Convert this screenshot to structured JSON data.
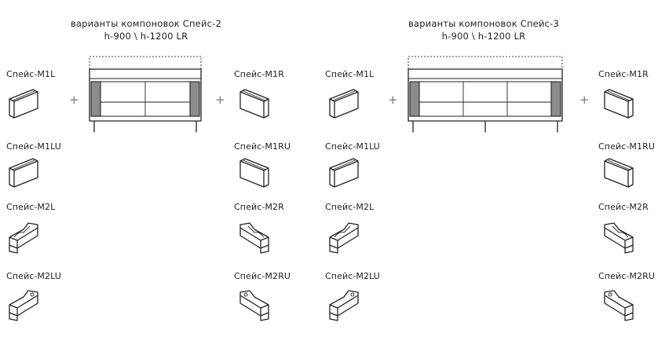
{
  "groups": [
    {
      "title_line1": "варианты компоновок Спейс-2",
      "title_line2": "h-900 \\ h-1200 LR",
      "left": [
        {
          "label": "Спейс-M1L",
          "icon": "straight-module-icon"
        },
        {
          "label": "Спейс-M1LU",
          "icon": "straight-module-icon"
        },
        {
          "label": "Спейс-M2L",
          "icon": "corner-module-icon"
        },
        {
          "label": "Спейс-M2LU",
          "icon": "corner-module-table-icon"
        }
      ],
      "right": [
        {
          "label": "Спейс-M1R",
          "icon": "straight-module-icon"
        },
        {
          "label": "Спейс-M1RU",
          "icon": "straight-module-icon"
        },
        {
          "label": "Спейс-M2R",
          "icon": "corner-module-icon"
        },
        {
          "label": "Спейс-M2RU",
          "icon": "corner-module-table-icon"
        }
      ]
    },
    {
      "title_line1": "варианты компоновок Спейс-3",
      "title_line2": "h-900 \\ h-1200 LR",
      "left": [
        {
          "label": "Спейс-M1L",
          "icon": "straight-module-icon"
        },
        {
          "label": "Спейс-M1LU",
          "icon": "straight-module-icon"
        },
        {
          "label": "Спейс-M2L",
          "icon": "corner-module-icon"
        },
        {
          "label": "Спейс-M2LU",
          "icon": "corner-module-table-icon"
        }
      ],
      "right": [
        {
          "label": "Спейс-M1R",
          "icon": "straight-module-icon"
        },
        {
          "label": "Спейс-M1RU",
          "icon": "straight-module-icon"
        },
        {
          "label": "Спейс-M2R",
          "icon": "corner-module-icon"
        },
        {
          "label": "Спейс-M2RU",
          "icon": "corner-module-table-icon"
        }
      ]
    }
  ],
  "plus_sign": "+",
  "colors": {
    "line": "#222222",
    "armrest": "#8c8c8c",
    "background": "#ffffff"
  }
}
